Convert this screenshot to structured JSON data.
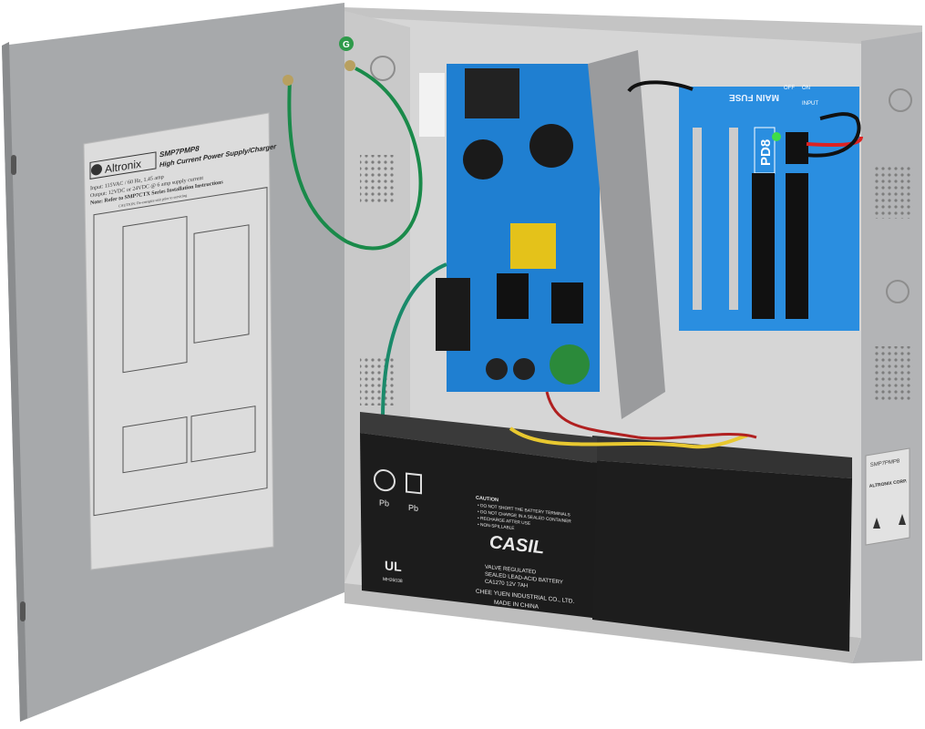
{
  "door_label": {
    "brand": "Altronix",
    "model": "SMP7PMP8",
    "subtitle": "High Current Power Supply/Charger",
    "input": "Input: 115VAC / 60 Hz, 1.45 amp",
    "output": "Output: 12VDC or 24VDC @ 6 amp supply current",
    "note": "Note: Refer to SMP7CTX Series Installation Instructions",
    "caution": "CAUTION: De-energize unit prior to servicing"
  },
  "pd8_board": {
    "name": "PD8",
    "main_fuse": "MAIN FUSE",
    "off": "OFF",
    "on": "ON",
    "input": "INPUT"
  },
  "ground_marker": "G",
  "battery": {
    "pb1": "Pb",
    "pb2": "Pb",
    "caution_title": "CAUTION",
    "caution_lines": [
      "• DO NOT SHORT THE BATTERY TERMINALS",
      "• DO NOT CHARGE IN A SEALED CONTAINER",
      "• RECHARGE AFTER USE",
      "• NON-SPILLABLE"
    ],
    "brand": "CASIL",
    "type1": "VALVE REGULATED",
    "type2": "SEALED LEAD-ACID BATTERY",
    "spec": "CA1270   12V   7AH",
    "maker": "CHEE YUEN INDUSTRIAL CO., LTD.",
    "origin": "MADE IN CHINA",
    "cert": "MH26038"
  },
  "side_label": {
    "model": "SMP7PMP8",
    "brand": "ALTRONIX CORP."
  },
  "colors": {
    "enclosure": "#d9d9d9",
    "door": "#a7a9ab",
    "pcb": "#1f7fd1",
    "battery": "#1c1c1c",
    "ground_wire": "#1a8a4a"
  }
}
